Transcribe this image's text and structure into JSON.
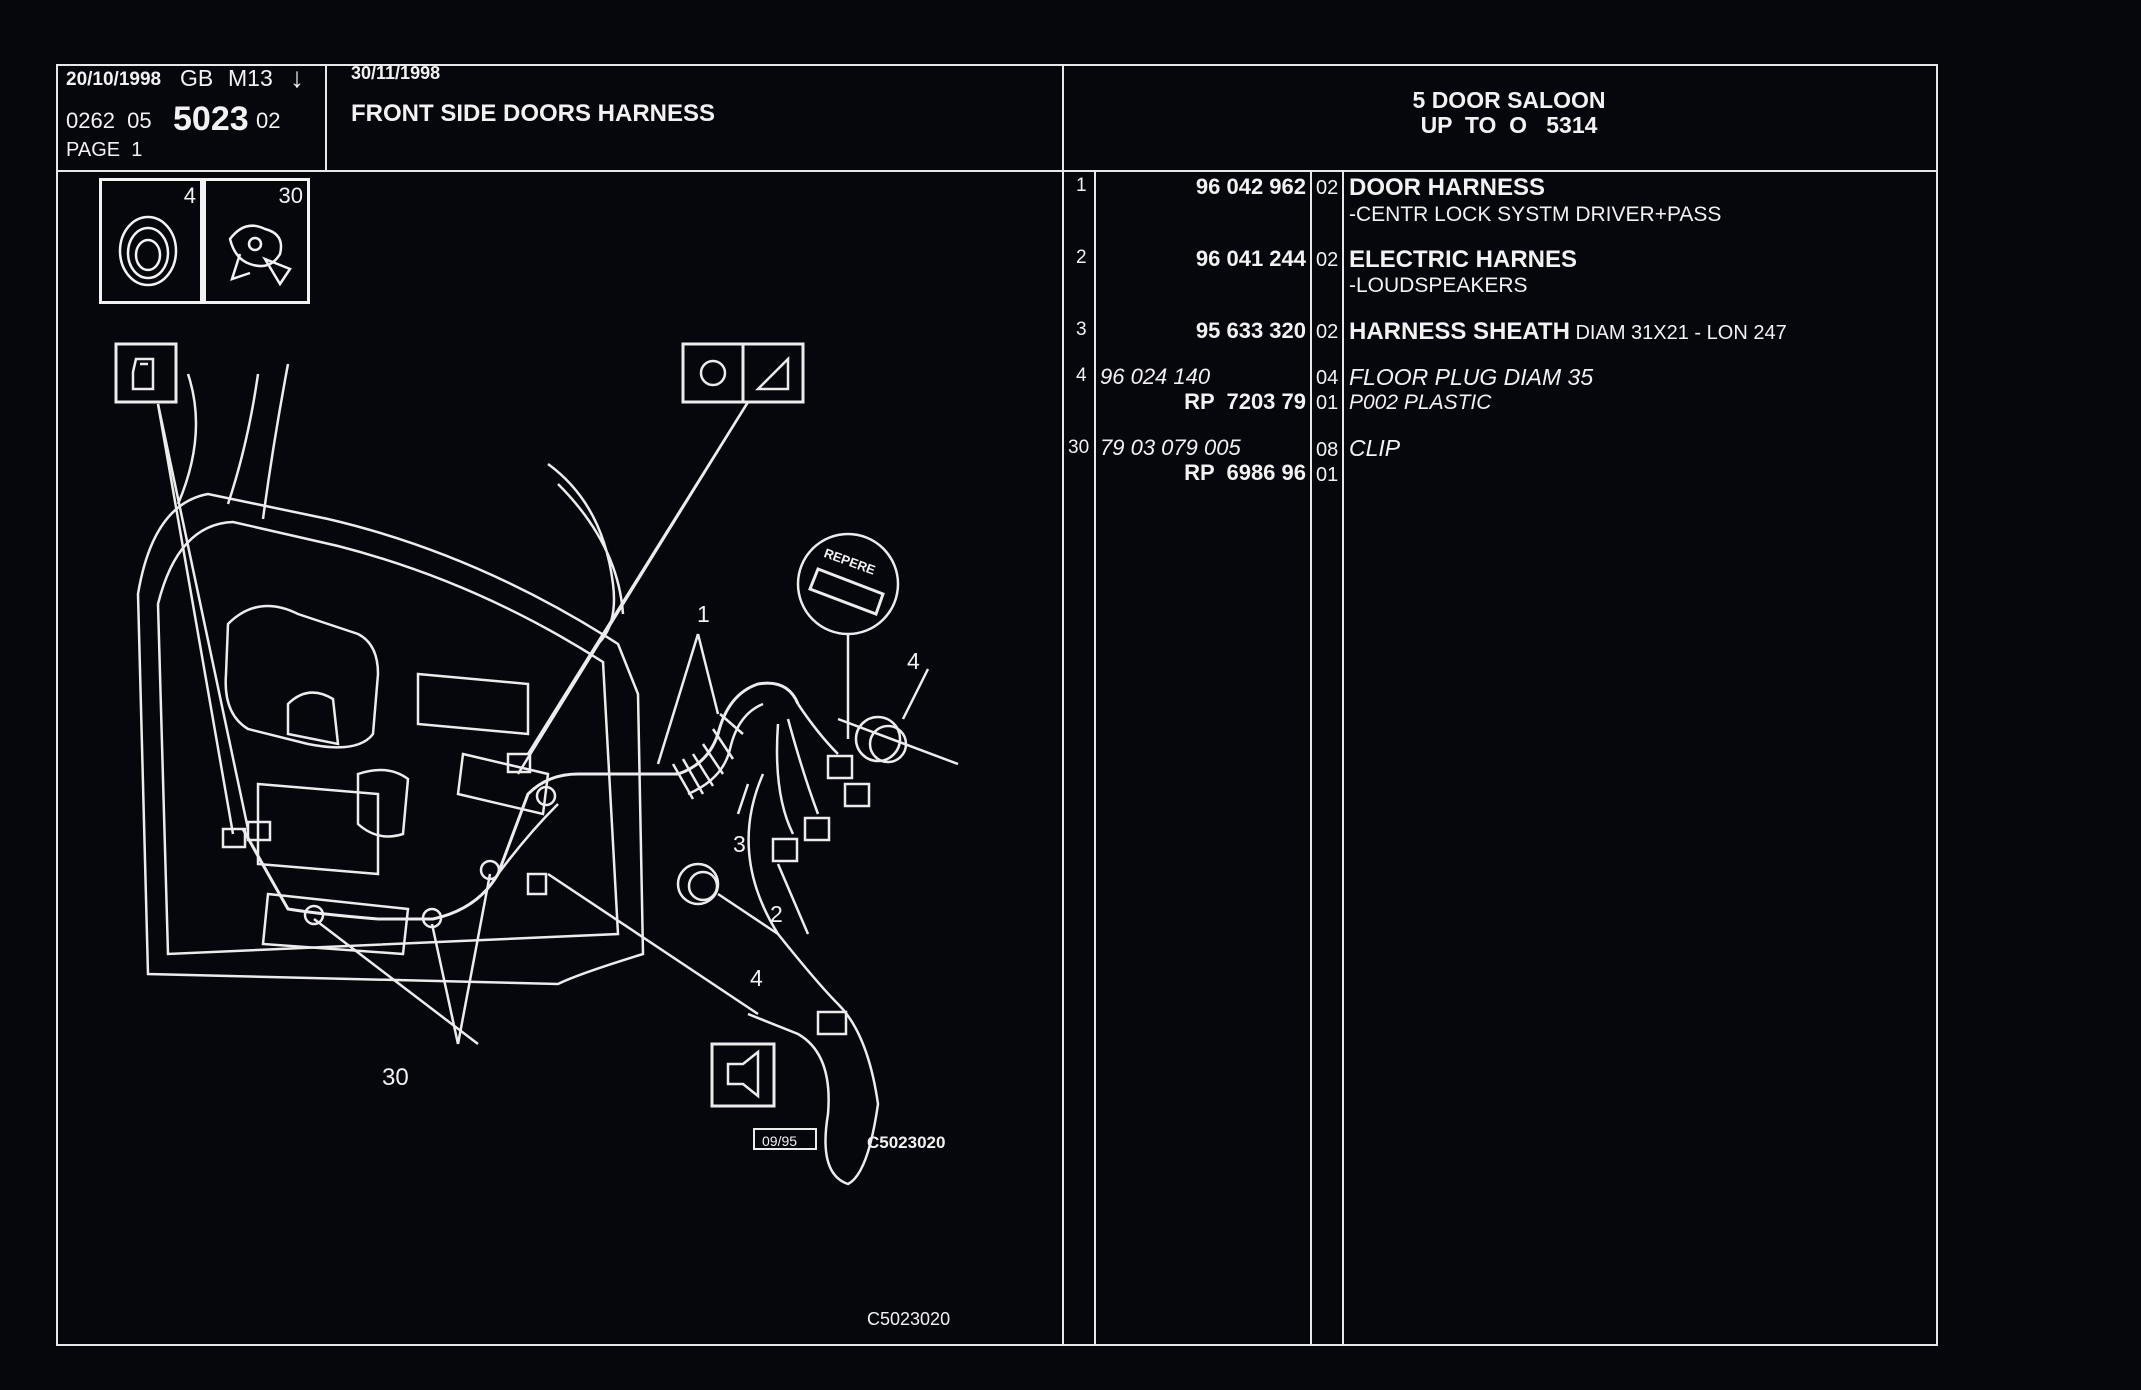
{
  "header": {
    "date": "20/10/1998",
    "lang": "GB",
    "model": "M13",
    "arrow": "↓",
    "code_prefix": "0262  05",
    "code_main": "5023",
    "code_suffix": "02",
    "page": "PAGE  1",
    "revision_date": "30/11/1998",
    "title": "FRONT SIDE DOORS HARNESS",
    "variant_line1": "5 DOOR SALOON",
    "variant_line2": "UP  TO  O   5314"
  },
  "parts": [
    {
      "item": "1",
      "ref": "96 042 962",
      "ref2": "",
      "qty": "02",
      "qty2": "",
      "name": "DOOR HARNESS",
      "desc": "",
      "sub": "-CENTR LOCK SYSTM DRIVER+PASS"
    },
    {
      "item": "2",
      "ref": "96 041 244",
      "ref2": "",
      "qty": "02",
      "qty2": "",
      "name": "ELECTRIC HARNES",
      "desc": "",
      "sub": "-LOUDSPEAKERS"
    },
    {
      "item": "3",
      "ref": "95 633 320",
      "ref2": "",
      "qty": "02",
      "qty2": "",
      "name": "HARNESS SHEATH",
      "desc": " DIAM 31X21 - LON 247",
      "sub": ""
    },
    {
      "item": "4",
      "ref": "96 024 140",
      "ref2": "RP  7203 79",
      "qty": "04",
      "qty2": "01",
      "name": "FLOOR PLUG DIAM 35",
      "desc": "",
      "sub": "P002 PLASTIC"
    },
    {
      "item": "30",
      "ref": "79 03 079 005",
      "ref2": "RP  6986 96",
      "qty": "08",
      "qty2": "01",
      "name": "CLIP",
      "desc": "",
      "sub": ""
    }
  ],
  "diagram": {
    "thumb_label_a": "4",
    "thumb_label_b": "30",
    "callouts": [
      "1",
      "2",
      "3",
      "4",
      "4",
      "30"
    ],
    "stamp_text": "REPERE",
    "date_box": "09/95",
    "ref_code": "C5023020",
    "footer_code": "C5023020"
  }
}
